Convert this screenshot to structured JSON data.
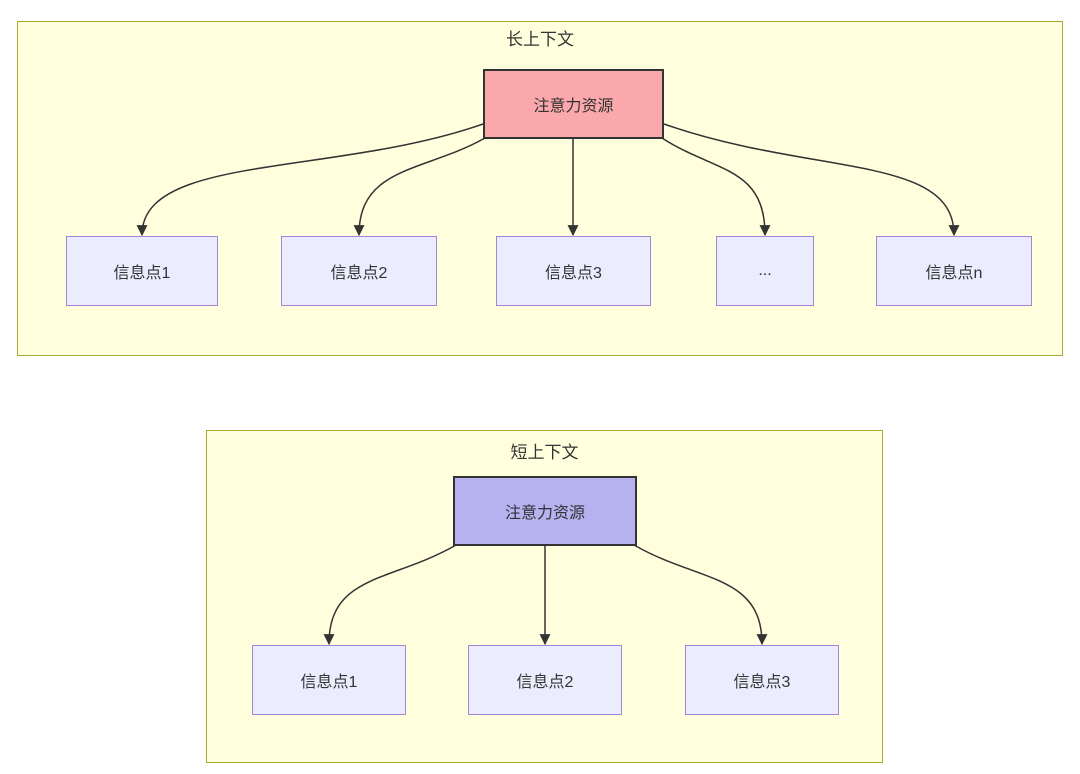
{
  "diagram": {
    "type": "flowchart-comparison",
    "description_colors": {
      "panel_bg": "#ffffde",
      "panel_border": "#aaaa33",
      "info_node_bg": "#ececff",
      "info_node_border": "#9f86d8",
      "attention_long_bg": "#faa8ac",
      "attention_short_bg": "#b6b2f0",
      "attention_node_border": "#333333",
      "edge_color": "#333333",
      "text_color": "#333333"
    },
    "long_context": {
      "title": "长上下文",
      "attention": "注意力资源",
      "points": [
        "信息点1",
        "信息点2",
        "信息点3",
        "...",
        "信息点n"
      ]
    },
    "short_context": {
      "title": "短上下文",
      "attention": "注意力资源",
      "points": [
        "信息点1",
        "信息点2",
        "信息点3"
      ]
    }
  }
}
